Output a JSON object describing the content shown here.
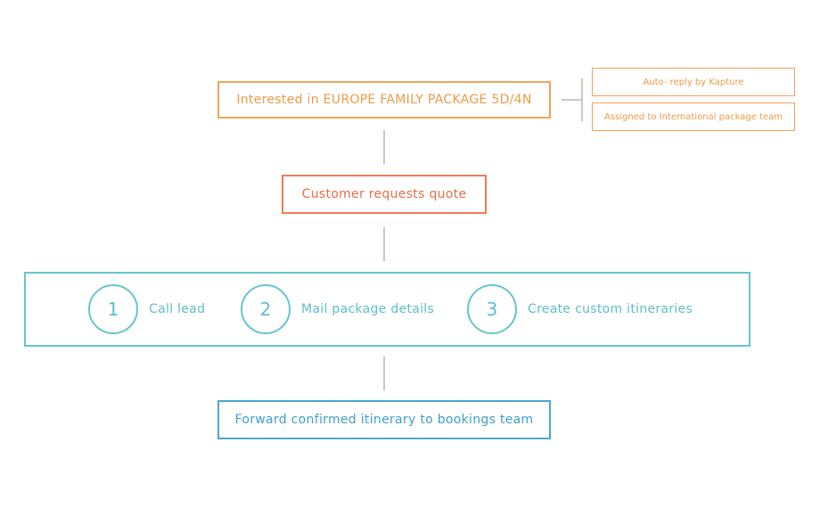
{
  "flow": {
    "interest_node": "Interested in EUROPE FAMILY PACKAGE 5D/4N",
    "side_notes": [
      "Auto- reply by Kapture",
      "Assigned to International package team"
    ],
    "quote_node": "Customer requests quote",
    "steps": [
      {
        "number": "1",
        "label": "Call lead"
      },
      {
        "number": "2",
        "label": "Mail package details"
      },
      {
        "number": "3",
        "label": "Create custom itineraries"
      }
    ],
    "forward_node": "Forward confirmed itinerary to bookings team"
  },
  "colors": {
    "orange": "#F2A35A",
    "red_orange": "#EE7B59",
    "teal": "#66C6CC",
    "blue": "#4AA8CF",
    "connector": "#C8C8C8"
  }
}
